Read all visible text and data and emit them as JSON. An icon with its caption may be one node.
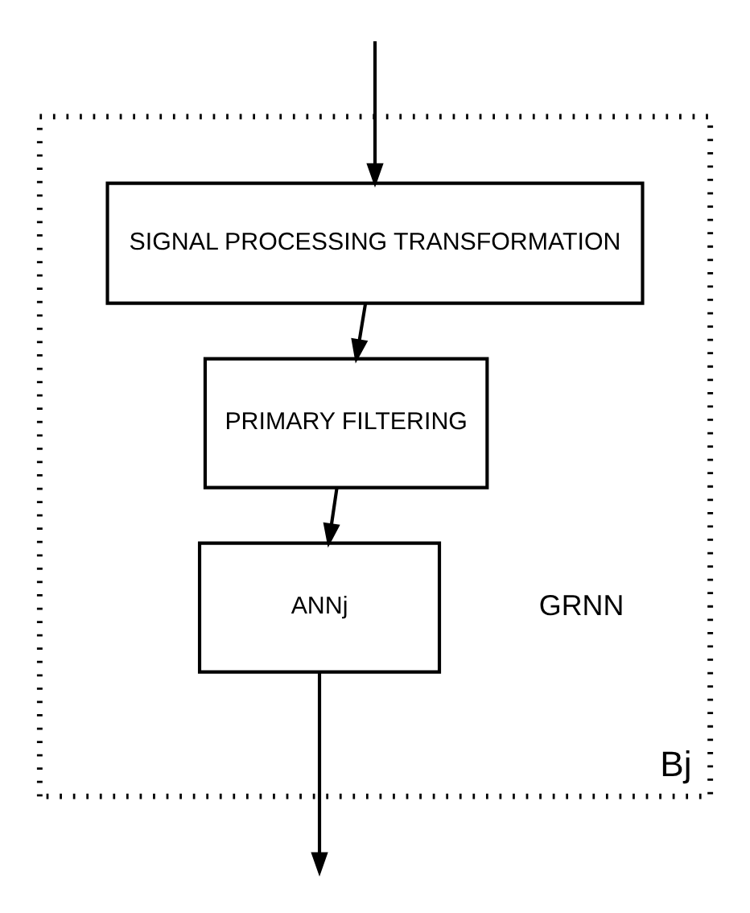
{
  "diagram": {
    "nodes": [
      {
        "text": [
          "Bj"
        ]
      },
      {
        "text": [
          "SIGNAL PROCESSING TRANSFORMATION"
        ],
        "in": 0
      },
      {
        "text": [
          "PRIMARY FILTERING"
        ],
        "in": 0
      },
      {
        "text": [
          "ANNj"
        ],
        "in": 0,
        "beside": [
          "GRNN"
        ]
      }
    ],
    "edges": [
      {
        "from": null,
        "to": 1,
        "arrow": "to"
      },
      {
        "from": 1,
        "to": 2,
        "arrow": "to"
      },
      {
        "from": 2,
        "to": 3,
        "arrow": "to"
      },
      {
        "from": 3,
        "to": null,
        "arrow": "to"
      }
    ]
  }
}
